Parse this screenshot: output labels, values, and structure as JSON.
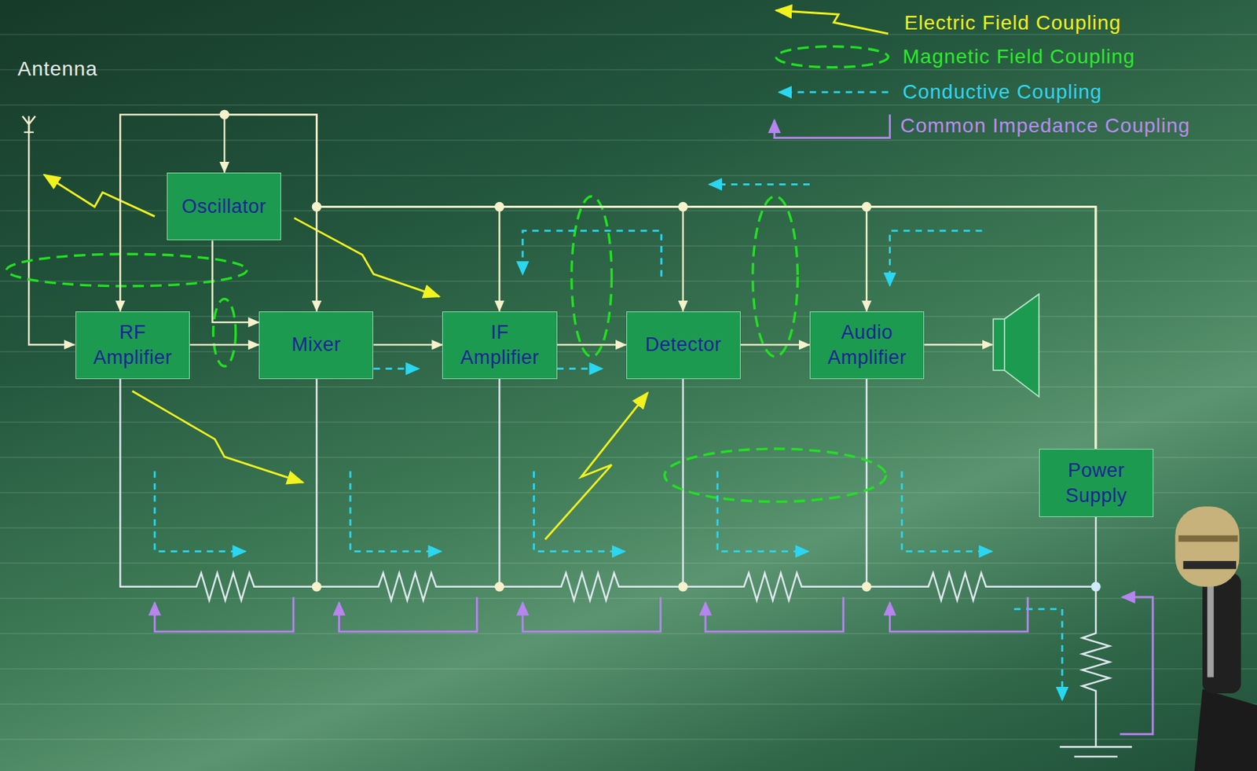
{
  "diagram": {
    "nodes": [
      {
        "text": [
          "Oscillator"
        ]
      },
      {
        "text": [
          "RF Amplifier"
        ]
      },
      {
        "text": [
          "Mixer"
        ]
      },
      {
        "text": [
          "IF Amplifier"
        ]
      },
      {
        "text": [
          "Detector"
        ]
      },
      {
        "text": [
          "Audio Amplifier"
        ]
      },
      {
        "text": [
          "Power Supply"
        ]
      }
    ],
    "edges": [
      {
        "from": 1,
        "to": 2,
        "arrow": "to"
      },
      {
        "from": 0,
        "to": 2,
        "arrow": "to"
      },
      {
        "from": 2,
        "to": 3,
        "arrow": "to"
      },
      {
        "from": 3,
        "to": 4,
        "arrow": "to"
      },
      {
        "from": 4,
        "to": 5,
        "arrow": "to"
      },
      {
        "from": 6,
        "to": 1,
        "arrow": "to"
      },
      {
        "from": 6,
        "to": 0,
        "arrow": "to"
      },
      {
        "from": 6,
        "to": 2,
        "arrow": "to"
      },
      {
        "from": 6,
        "to": 3,
        "arrow": "to"
      },
      {
        "from": 6,
        "to": 4,
        "arrow": "to"
      },
      {
        "from": 6,
        "to": 5,
        "arrow": "to"
      }
    ],
    "labels": [
      "Antenna"
    ],
    "legend": [
      {
        "text": "Electric Field Coupling"
      },
      {
        "text": "Magnetic Field Coupling"
      },
      {
        "text": "Conductive Coupling"
      },
      {
        "text": "Common Impedance Coupling"
      }
    ]
  }
}
